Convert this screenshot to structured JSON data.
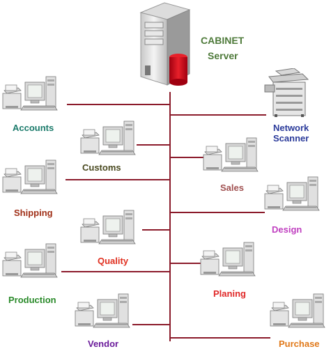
{
  "server": {
    "title": "CABINET",
    "subtitle": "Server",
    "title_color": "#4e7a3a"
  },
  "colors": {
    "line": "#8b1a2a",
    "accounts": "#1a7a6a",
    "customs": "#4a4a20",
    "shipping": "#a03018",
    "quality": "#e03020",
    "production": "#2a8a2a",
    "vendor": "#6a1a9a",
    "scanner": "#2a3a9a",
    "sales": "#a05050",
    "design": "#c040c0",
    "planing": "#e02828",
    "purchase": "#e07818"
  },
  "nodes": {
    "accounts": {
      "label": "Accounts",
      "icon": "workstation-icon"
    },
    "customs": {
      "label": "Customs",
      "icon": "workstation-icon"
    },
    "shipping": {
      "label": "Shipping",
      "icon": "workstation-icon"
    },
    "quality": {
      "label": "Quality",
      "icon": "workstation-icon"
    },
    "production": {
      "label": "Production",
      "icon": "workstation-icon"
    },
    "vendor": {
      "label": "Vendor",
      "icon": "workstation-icon"
    },
    "scanner": {
      "label_line1": "Network",
      "label_line2": "Scanner",
      "icon": "network-scanner-icon"
    },
    "sales": {
      "label": "Sales",
      "icon": "workstation-icon"
    },
    "design": {
      "label": "Design",
      "icon": "workstation-icon"
    },
    "planing": {
      "label": "Planing",
      "icon": "workstation-icon"
    },
    "purchase": {
      "label": "Purchase",
      "icon": "workstation-icon"
    }
  }
}
